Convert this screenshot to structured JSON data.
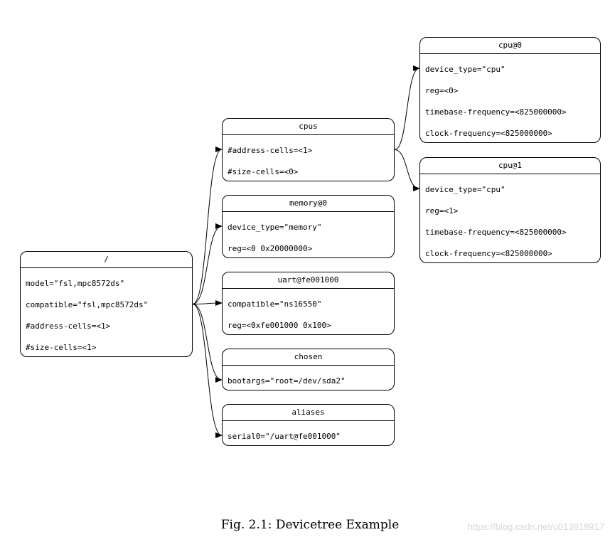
{
  "diagram": {
    "nodes": [
      {
        "id": "root",
        "title": "/",
        "props": [
          "model=\"fsl,mpc8572ds\"",
          "compatible=\"fsl,mpc8572ds\"",
          "#address-cells=<1>",
          "#size-cells=<1>"
        ]
      },
      {
        "id": "cpus",
        "title": "cpus",
        "props": [
          "#address-cells=<1>",
          "#size-cells=<0>"
        ]
      },
      {
        "id": "memory",
        "title": "memory@0",
        "props": [
          "device_type=\"memory\"",
          "reg=<0 0x20000000>"
        ]
      },
      {
        "id": "uart",
        "title": "uart@fe001000",
        "props": [
          "compatible=\"ns16550\"",
          "reg=<0xfe001000 0x100>"
        ]
      },
      {
        "id": "chosen",
        "title": "chosen",
        "props": [
          "bootargs=\"root=/dev/sda2\""
        ]
      },
      {
        "id": "aliases",
        "title": "aliases",
        "props": [
          "serial0=\"/uart@fe001000\""
        ]
      },
      {
        "id": "cpu0",
        "title": "cpu@0",
        "props": [
          "device_type=\"cpu\"",
          "reg=<0>",
          "timebase-frequency=<825000000>",
          "clock-frequency=<825000000>"
        ]
      },
      {
        "id": "cpu1",
        "title": "cpu@1",
        "props": [
          "device_type=\"cpu\"",
          "reg=<1>",
          "timebase-frequency=<825000000>",
          "clock-frequency=<825000000>"
        ]
      }
    ],
    "edges": [
      {
        "from": "root",
        "to": "cpus"
      },
      {
        "from": "root",
        "to": "memory"
      },
      {
        "from": "root",
        "to": "uart"
      },
      {
        "from": "root",
        "to": "chosen"
      },
      {
        "from": "root",
        "to": "aliases"
      },
      {
        "from": "cpus",
        "to": "cpu0"
      },
      {
        "from": "cpus",
        "to": "cpu1"
      }
    ],
    "caption": "Fig. 2.1: Devicetree Example",
    "watermark": "https://blog.csdn.net/u013818917",
    "line_color": "#000000"
  }
}
